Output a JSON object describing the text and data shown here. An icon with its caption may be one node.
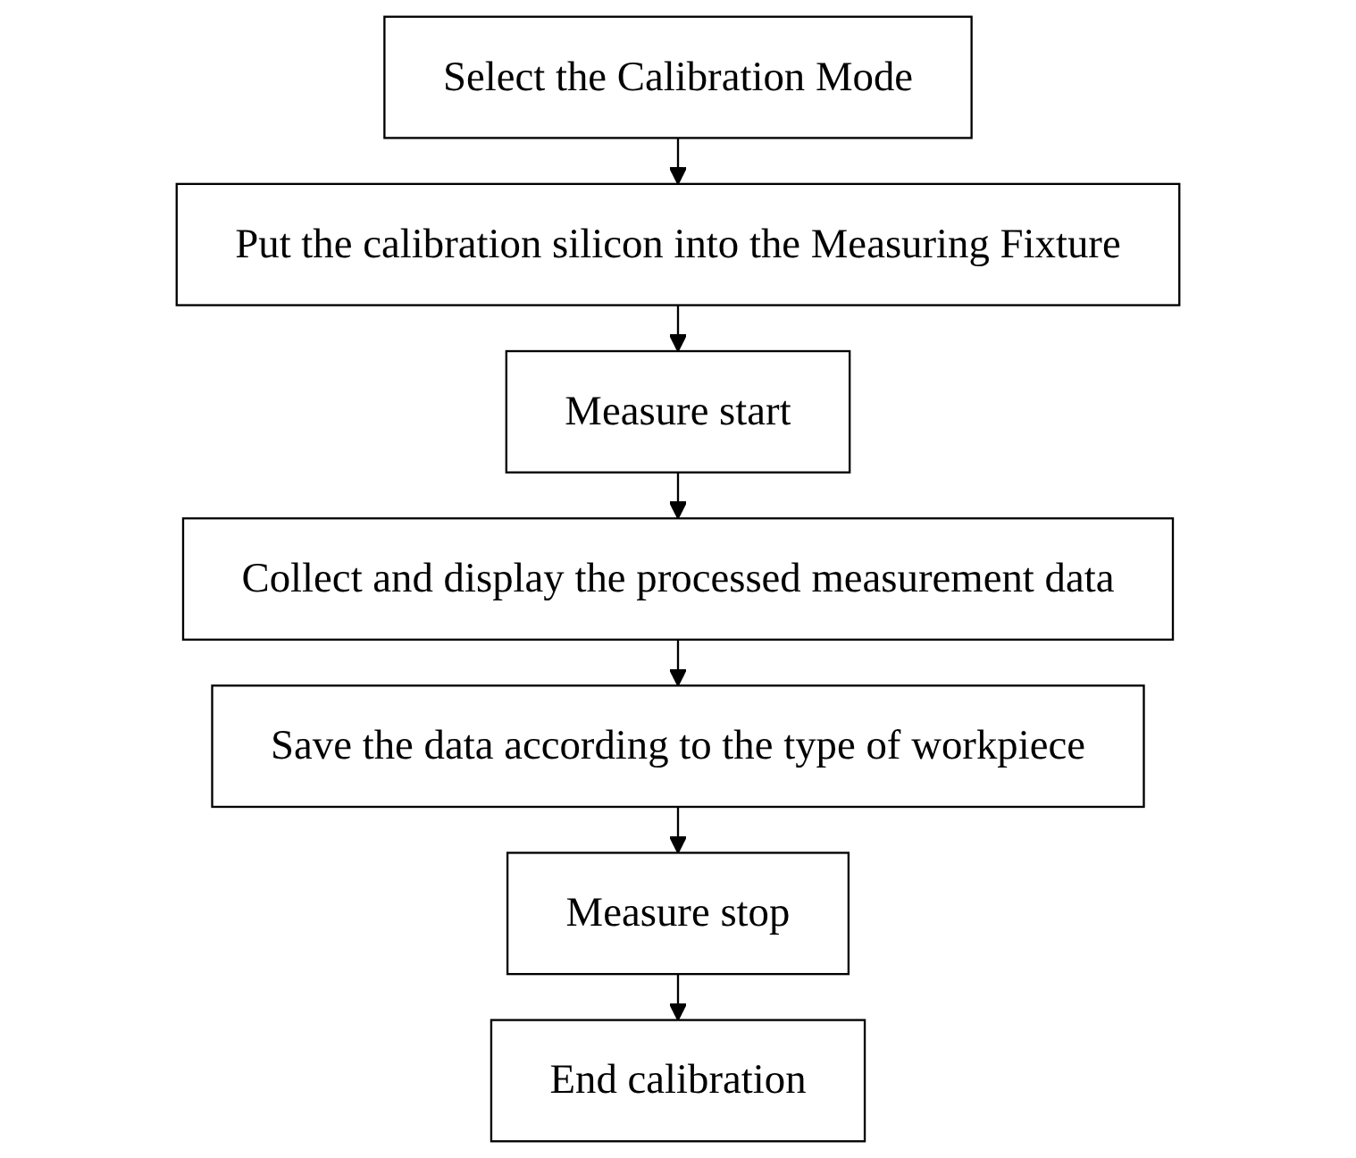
{
  "diagram": {
    "nodes": [
      {
        "text": [
          "Select the Calibration Mode"
        ]
      },
      {
        "text": [
          "Put the calibration silicon into the Measuring Fixture"
        ]
      },
      {
        "text": [
          "Measure start"
        ]
      },
      {
        "text": [
          "Collect and display the processed measurement data"
        ]
      },
      {
        "text": [
          "Save the data according to the type of workpiece"
        ]
      },
      {
        "text": [
          "Measure stop"
        ]
      },
      {
        "text": [
          "End calibration"
        ]
      }
    ],
    "edges": [
      {
        "from": 0,
        "to": 1,
        "arrow": "to"
      },
      {
        "from": 1,
        "to": 2,
        "arrow": "to"
      },
      {
        "from": 2,
        "to": 3,
        "arrow": "to"
      },
      {
        "from": 3,
        "to": 4,
        "arrow": "to"
      },
      {
        "from": 4,
        "to": 5,
        "arrow": "to"
      },
      {
        "from": 5,
        "to": 6,
        "arrow": "to"
      }
    ]
  }
}
